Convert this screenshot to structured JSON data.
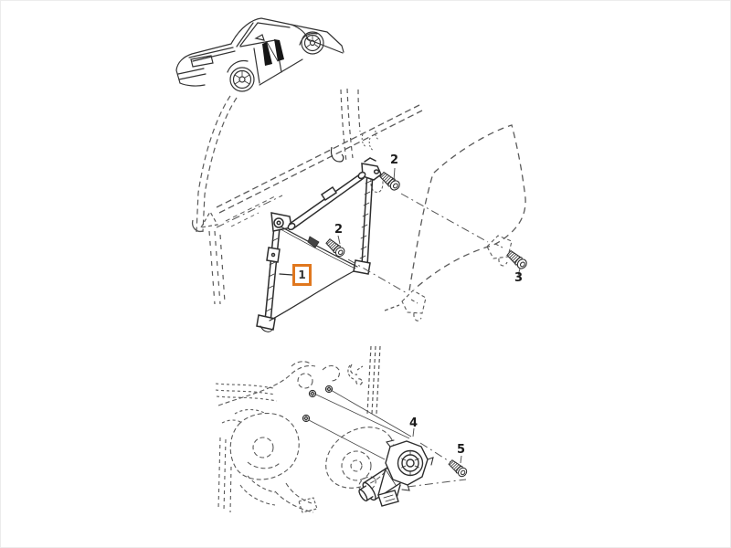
{
  "figure": {
    "type": "exploded-parts-diagram",
    "items": [
      "car-locator-thumbnail",
      "door-frame-outline",
      "window-regulator-assembly",
      "door-glass-outline",
      "door-module-panel",
      "window-motor",
      "mounting-bolts",
      "panel-screws"
    ]
  },
  "callouts": [
    {
      "label": "1",
      "highlighted": true
    },
    {
      "label": "2",
      "highlighted": false
    },
    {
      "label": "2",
      "highlighted": false
    },
    {
      "label": "3",
      "highlighted": false
    },
    {
      "label": "4",
      "highlighted": false
    },
    {
      "label": "5",
      "highlighted": false
    }
  ],
  "colors": {
    "background": "#ffffff",
    "line": "#2e2e2e",
    "dashed_line": "#5a5a5a",
    "highlight_box": "#e0771e",
    "callout_text": "#1a1a1a"
  }
}
